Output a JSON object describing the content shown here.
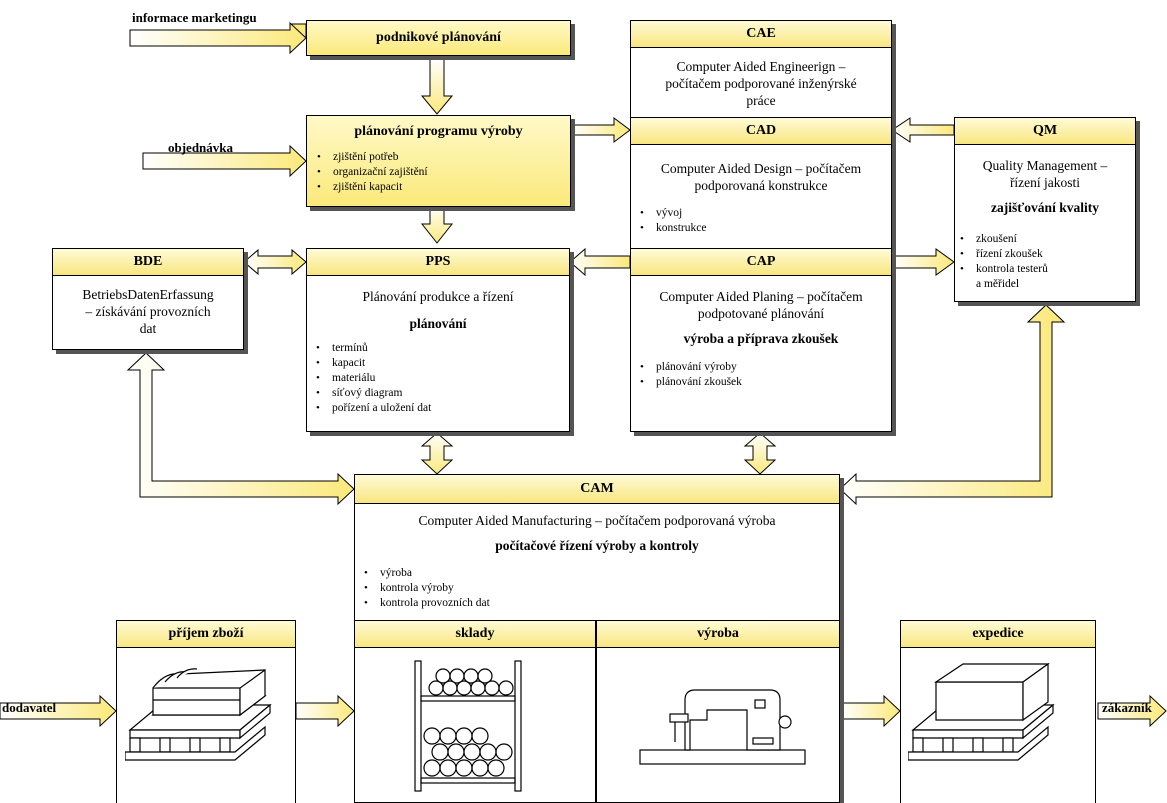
{
  "inputs": {
    "marketing": "informace marketingu",
    "order": "objednávka",
    "supplier": "dodavatel",
    "customer": "zákazník"
  },
  "podnikove": {
    "title": "podnikové plánování"
  },
  "ppv": {
    "title": "plánování programu výroby",
    "items": [
      "zjištění potřeb",
      "organizační zajištění",
      "zjištění kapacit"
    ]
  },
  "cae": {
    "title": "CAE",
    "desc_lines": [
      "Computer Aided Engineerign –",
      "počítačem podporované inženýrské",
      "práce"
    ]
  },
  "cad": {
    "title": "CAD",
    "desc_lines": [
      "Computer Aided Design – počítačem",
      "podporovaná konstrukce"
    ],
    "items": [
      "vývoj",
      "konstrukce"
    ]
  },
  "cap": {
    "title": "CAP",
    "desc_lines": [
      "Computer Aided Planing – počítačem",
      "podpotované plánování"
    ],
    "subtitle": "výroba a příprava zkoušek",
    "items": [
      "plánování výroby",
      "plánování zkoušek"
    ]
  },
  "qm": {
    "title": "QM",
    "desc_lines": [
      "Quality Management –",
      "řízení jakosti"
    ],
    "subtitle": "zajišťování kvality",
    "items": [
      "zkoušení",
      "řízení zkoušek",
      "kontrola testerů",
      "a měřidel"
    ]
  },
  "bde": {
    "title": "BDE",
    "desc_lines": [
      "BetriebsDatenErfassung",
      "– získávání provozních",
      "dat"
    ]
  },
  "pps": {
    "title": "PPS",
    "desc": "Plánování produkce a řízení",
    "subtitle": "plánování",
    "items": [
      "termínů",
      "kapacit",
      "materiálu",
      "síťový diagram",
      "pořízení a uložení dat"
    ]
  },
  "cam": {
    "title": "CAM",
    "desc": "Computer Aided Manufacturing – počítačem podporovaná výroba",
    "subtitle": "počítačové řízení výroby a kontroly",
    "items": [
      "výroba",
      "kontrola výroby",
      "kontrola provozních dat"
    ]
  },
  "stations": {
    "prijem": "příjem zboží",
    "sklady": "sklady",
    "vyroba": "výroba",
    "expedice": "expedice"
  },
  "colors": {
    "box_fill": "#fbe97a",
    "arrow_fill": "#fdf6a8",
    "shadow": "#555555"
  }
}
